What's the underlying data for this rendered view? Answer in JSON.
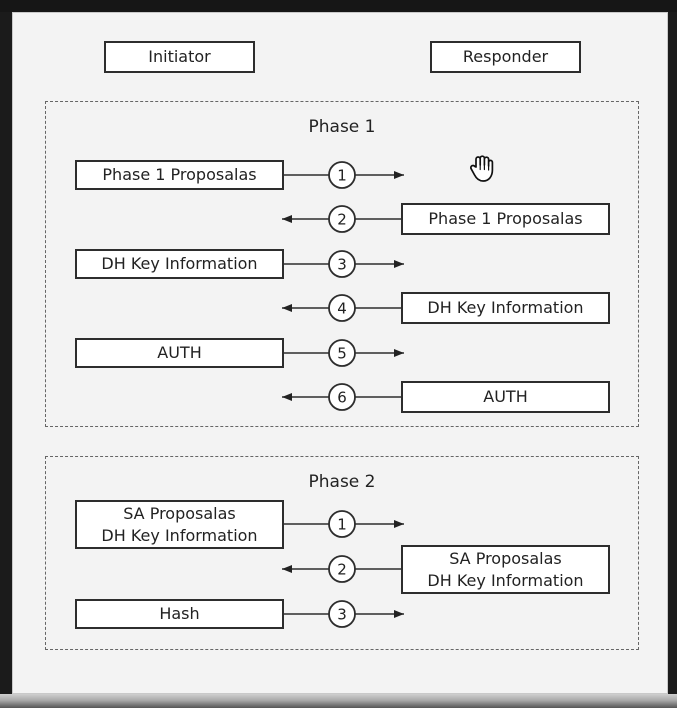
{
  "participants": {
    "initiator": "Initiator",
    "responder": "Responder"
  },
  "phases": [
    {
      "title": "Phase 1",
      "steps": [
        {
          "number": "1",
          "direction": "right",
          "label": "Phase 1 Proposalas"
        },
        {
          "number": "2",
          "direction": "left",
          "label": "Phase 1 Proposalas"
        },
        {
          "number": "3",
          "direction": "right",
          "label": "DH Key Information"
        },
        {
          "number": "4",
          "direction": "left",
          "label": "DH Key Information"
        },
        {
          "number": "5",
          "direction": "right",
          "label": "AUTH"
        },
        {
          "number": "6",
          "direction": "left",
          "label": "AUTH"
        }
      ]
    },
    {
      "title": "Phase 2",
      "steps": [
        {
          "number": "1",
          "direction": "right",
          "label": "SA Proposalas\nDH Key Information"
        },
        {
          "number": "2",
          "direction": "left",
          "label": "SA Proposalas\nDH Key Information"
        },
        {
          "number": "3",
          "direction": "right",
          "label": "Hash"
        }
      ]
    }
  ],
  "colors": {
    "stroke": "#2d2d2d",
    "text": "#222222",
    "background": "#f3f3f3"
  },
  "icons": {
    "cursor": "hand-cursor-icon"
  }
}
